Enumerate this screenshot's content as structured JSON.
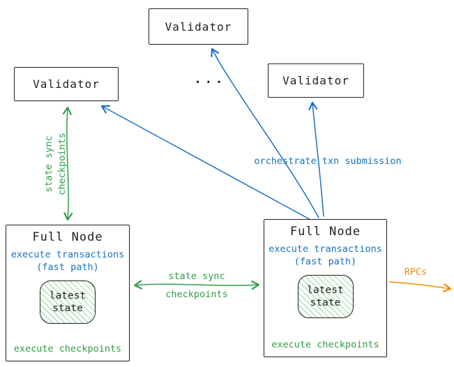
{
  "colors": {
    "ink": "#1e1e1e",
    "green": "#2f9e44",
    "blue": "#1971c2",
    "orange": "#f08c00"
  },
  "validators": {
    "top": {
      "label": "Validator"
    },
    "left": {
      "label": "Validator"
    },
    "right": {
      "label": "Validator"
    }
  },
  "ellipsis": "...",
  "full_node_left": {
    "title": "Full Node",
    "exec_line1": "execute transactions",
    "exec_line2": "(fast path)",
    "state_line1": "latest",
    "state_line2": "state",
    "checkpoints": "execute checkpoints"
  },
  "full_node_right": {
    "title": "Full Node",
    "exec_line1": "execute transactions",
    "exec_line2": "(fast path)",
    "state_line1": "latest",
    "state_line2": "state",
    "checkpoints": "execute checkpoints"
  },
  "edge_labels": {
    "state_sync_vertical_line1": "state sync",
    "state_sync_vertical_line2": "checkpoints",
    "state_sync_horizontal_line1": "state sync",
    "state_sync_horizontal_line2": "checkpoints",
    "orchestrate": "orchestrate txn submission",
    "rpcs": "RPCs"
  }
}
